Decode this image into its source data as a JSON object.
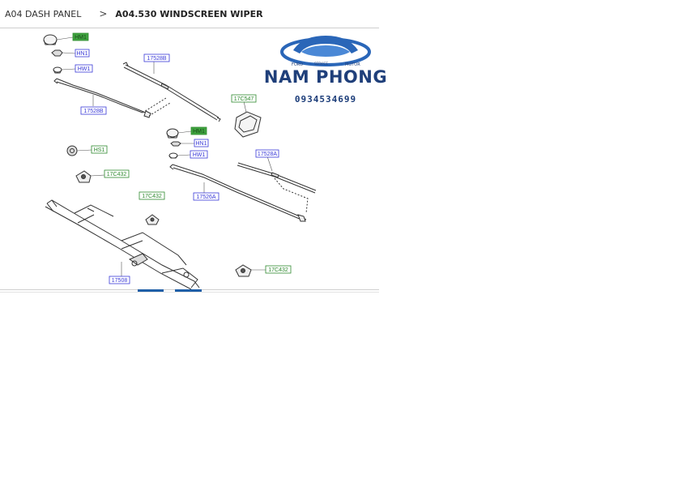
{
  "breadcrumb": {
    "parent": "A04 DASH PANEL",
    "separator": ">",
    "current": "A04.530 WINDSCREEN WIPER"
  },
  "logo": {
    "brand": "NAM PHONG",
    "phone": "0934534699",
    "ring_text_left": "FORD",
    "ring_text_mid": "SERVICE",
    "ring_text_right": "MOTOR"
  },
  "colors": {
    "callout_blue": "#3b3bd8",
    "callout_green": "#2f8a2f",
    "callout_fill_green": "#3fa33f",
    "brand_blue": "#1f3f7a",
    "accent_blue": "#1f5fa8"
  },
  "callouts": [
    {
      "id": "c1",
      "text": "HM1",
      "style": "green-filled"
    },
    {
      "id": "c2",
      "text": "HN1",
      "style": "blue"
    },
    {
      "id": "c3",
      "text": "HW1",
      "style": "blue"
    },
    {
      "id": "c4",
      "text": "17528B",
      "style": "blue"
    },
    {
      "id": "c5",
      "text": "17528B",
      "style": "blue"
    },
    {
      "id": "c6",
      "text": "17C547",
      "style": "green"
    },
    {
      "id": "c7",
      "text": "HM1",
      "style": "green-filled"
    },
    {
      "id": "c8",
      "text": "HN1",
      "style": "blue"
    },
    {
      "id": "c9",
      "text": "HW1",
      "style": "blue"
    },
    {
      "id": "c10",
      "text": "HS1",
      "style": "green"
    },
    {
      "id": "c11",
      "text": "17C432",
      "style": "green"
    },
    {
      "id": "c12",
      "text": "17528A",
      "style": "blue"
    },
    {
      "id": "c13",
      "text": "17C432",
      "style": "green"
    },
    {
      "id": "c14",
      "text": "17526A",
      "style": "blue"
    },
    {
      "id": "c15",
      "text": "17C432",
      "style": "green"
    },
    {
      "id": "c16",
      "text": "17508",
      "style": "blue"
    }
  ]
}
